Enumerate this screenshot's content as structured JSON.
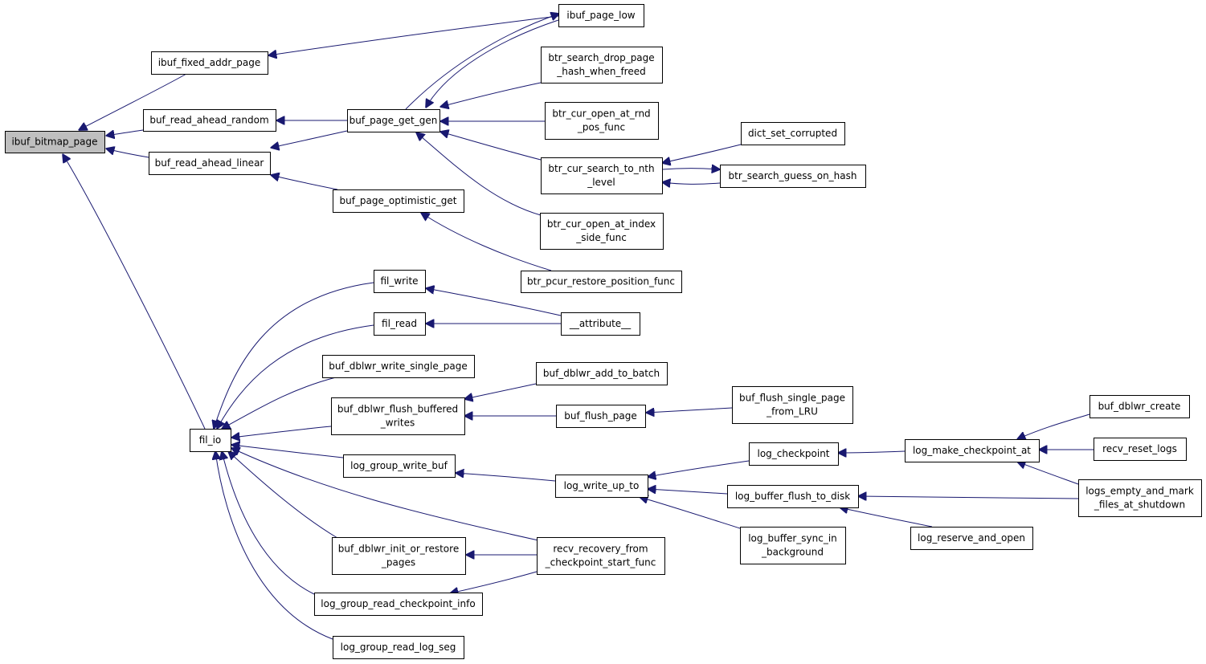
{
  "diagram": {
    "type": "call-graph",
    "root": "ibuf_bitmap_page",
    "colors": {
      "edge": "#191970",
      "root_fill": "#bfbfbf",
      "node_fill": "#ffffff",
      "node_border": "#000000"
    },
    "nodes": [
      {
        "id": "ibuf_bitmap_page",
        "lines": [
          "ibuf_bitmap_page"
        ]
      },
      {
        "id": "ibuf_fixed_addr_page",
        "lines": [
          "ibuf_fixed_addr_page"
        ]
      },
      {
        "id": "buf_read_ahead_random",
        "lines": [
          "buf_read_ahead_random"
        ]
      },
      {
        "id": "buf_read_ahead_linear",
        "lines": [
          "buf_read_ahead_linear"
        ]
      },
      {
        "id": "fil_io",
        "lines": [
          "fil_io"
        ]
      },
      {
        "id": "ibuf_page_low",
        "lines": [
          "ibuf_page_low"
        ]
      },
      {
        "id": "buf_page_get_gen",
        "lines": [
          "buf_page_get_gen"
        ]
      },
      {
        "id": "buf_page_optimistic_get",
        "lines": [
          "buf_page_optimistic_get"
        ]
      },
      {
        "id": "btr_search_drop_page_hash_when_freed",
        "lines": [
          "btr_search_drop_page",
          "_hash_when_freed"
        ]
      },
      {
        "id": "btr_cur_open_at_rnd_pos_func",
        "lines": [
          "btr_cur_open_at_rnd",
          "_pos_func"
        ]
      },
      {
        "id": "btr_cur_search_to_nth_level",
        "lines": [
          "btr_cur_search_to_nth",
          "_level"
        ]
      },
      {
        "id": "btr_cur_open_at_index_side_func",
        "lines": [
          "btr_cur_open_at_index",
          "_side_func"
        ]
      },
      {
        "id": "btr_pcur_restore_position_func",
        "lines": [
          "btr_pcur_restore_position_func"
        ]
      },
      {
        "id": "dict_set_corrupted",
        "lines": [
          "dict_set_corrupted"
        ]
      },
      {
        "id": "btr_search_guess_on_hash",
        "lines": [
          "btr_search_guess_on_hash"
        ]
      },
      {
        "id": "fil_write",
        "lines": [
          "fil_write"
        ]
      },
      {
        "id": "fil_read",
        "lines": [
          "fil_read"
        ]
      },
      {
        "id": "attribute",
        "lines": [
          "__attribute__"
        ]
      },
      {
        "id": "buf_dblwr_write_single_page",
        "lines": [
          "buf_dblwr_write_single_page"
        ]
      },
      {
        "id": "buf_dblwr_flush_buffered_writes",
        "lines": [
          "buf_dblwr_flush_buffered",
          "_writes"
        ]
      },
      {
        "id": "buf_dblwr_add_to_batch",
        "lines": [
          "buf_dblwr_add_to_batch"
        ]
      },
      {
        "id": "buf_flush_page",
        "lines": [
          "buf_flush_page"
        ]
      },
      {
        "id": "buf_flush_single_page_from_LRU",
        "lines": [
          "buf_flush_single_page",
          "_from_LRU"
        ]
      },
      {
        "id": "log_group_write_buf",
        "lines": [
          "log_group_write_buf"
        ]
      },
      {
        "id": "log_write_up_to",
        "lines": [
          "log_write_up_to"
        ]
      },
      {
        "id": "log_checkpoint",
        "lines": [
          "log_checkpoint"
        ]
      },
      {
        "id": "log_make_checkpoint_at",
        "lines": [
          "log_make_checkpoint_at"
        ]
      },
      {
        "id": "buf_dblwr_create",
        "lines": [
          "buf_dblwr_create"
        ]
      },
      {
        "id": "recv_reset_logs",
        "lines": [
          "recv_reset_logs"
        ]
      },
      {
        "id": "logs_empty_and_mark_files_at_shutdown",
        "lines": [
          "logs_empty_and_mark",
          "_files_at_shutdown"
        ]
      },
      {
        "id": "log_buffer_flush_to_disk",
        "lines": [
          "log_buffer_flush_to_disk"
        ]
      },
      {
        "id": "log_reserve_and_open",
        "lines": [
          "log_reserve_and_open"
        ]
      },
      {
        "id": "log_buffer_sync_in_background",
        "lines": [
          "log_buffer_sync_in",
          "_background"
        ]
      },
      {
        "id": "buf_dblwr_init_or_restore_pages",
        "lines": [
          "buf_dblwr_init_or_restore",
          "_pages"
        ]
      },
      {
        "id": "recv_recovery_from_checkpoint_start_func",
        "lines": [
          "recv_recovery_from",
          "_checkpoint_start_func"
        ]
      },
      {
        "id": "log_group_read_checkpoint_info",
        "lines": [
          "log_group_read_checkpoint_info"
        ]
      },
      {
        "id": "log_group_read_log_seg",
        "lines": [
          "log_group_read_log_seg"
        ]
      }
    ],
    "edges": [
      {
        "from": "ibuf_fixed_addr_page",
        "to": "ibuf_bitmap_page"
      },
      {
        "from": "buf_read_ahead_random",
        "to": "ibuf_bitmap_page"
      },
      {
        "from": "buf_read_ahead_linear",
        "to": "ibuf_bitmap_page"
      },
      {
        "from": "fil_io",
        "to": "ibuf_bitmap_page"
      },
      {
        "from": "ibuf_page_low",
        "to": "ibuf_fixed_addr_page"
      },
      {
        "from": "buf_page_get_gen",
        "to": "buf_read_ahead_random"
      },
      {
        "from": "buf_page_get_gen",
        "to": "buf_read_ahead_linear"
      },
      {
        "from": "buf_page_optimistic_get",
        "to": "buf_read_ahead_linear"
      },
      {
        "from": "ibuf_page_low",
        "to": "buf_page_get_gen"
      },
      {
        "from": "btr_search_drop_page_hash_when_freed",
        "to": "buf_page_get_gen"
      },
      {
        "from": "btr_cur_open_at_rnd_pos_func",
        "to": "buf_page_get_gen"
      },
      {
        "from": "btr_cur_search_to_nth_level",
        "to": "buf_page_get_gen"
      },
      {
        "from": "btr_cur_open_at_index_side_func",
        "to": "buf_page_get_gen"
      },
      {
        "from": "buf_page_get_gen",
        "to": "ibuf_page_low"
      },
      {
        "from": "btr_pcur_restore_position_func",
        "to": "buf_page_optimistic_get"
      },
      {
        "from": "dict_set_corrupted",
        "to": "btr_cur_search_to_nth_level"
      },
      {
        "from": "btr_search_guess_on_hash",
        "to": "btr_cur_search_to_nth_level"
      },
      {
        "from": "btr_cur_search_to_nth_level",
        "to": "btr_search_guess_on_hash"
      },
      {
        "from": "fil_write",
        "to": "fil_io"
      },
      {
        "from": "fil_read",
        "to": "fil_io"
      },
      {
        "from": "buf_dblwr_write_single_page",
        "to": "fil_io"
      },
      {
        "from": "buf_dblwr_flush_buffered_writes",
        "to": "fil_io"
      },
      {
        "from": "log_group_write_buf",
        "to": "fil_io"
      },
      {
        "from": "buf_dblwr_init_or_restore_pages",
        "to": "fil_io"
      },
      {
        "from": "recv_recovery_from_checkpoint_start_func",
        "to": "fil_io"
      },
      {
        "from": "log_group_read_checkpoint_info",
        "to": "fil_io"
      },
      {
        "from": "log_group_read_log_seg",
        "to": "fil_io"
      },
      {
        "from": "attribute",
        "to": "fil_write"
      },
      {
        "from": "attribute",
        "to": "fil_read"
      },
      {
        "from": "buf_dblwr_add_to_batch",
        "to": "buf_dblwr_flush_buffered_writes"
      },
      {
        "from": "buf_flush_page",
        "to": "buf_dblwr_flush_buffered_writes"
      },
      {
        "from": "buf_flush_single_page_from_LRU",
        "to": "buf_flush_page"
      },
      {
        "from": "log_write_up_to",
        "to": "log_group_write_buf"
      },
      {
        "from": "log_checkpoint",
        "to": "log_write_up_to"
      },
      {
        "from": "log_buffer_flush_to_disk",
        "to": "log_write_up_to"
      },
      {
        "from": "log_buffer_sync_in_background",
        "to": "log_write_up_to"
      },
      {
        "from": "log_make_checkpoint_at",
        "to": "log_checkpoint"
      },
      {
        "from": "buf_dblwr_create",
        "to": "log_make_checkpoint_at"
      },
      {
        "from": "recv_reset_logs",
        "to": "log_make_checkpoint_at"
      },
      {
        "from": "logs_empty_and_mark_files_at_shutdown",
        "to": "log_make_checkpoint_at"
      },
      {
        "from": "logs_empty_and_mark_files_at_shutdown",
        "to": "log_buffer_flush_to_disk"
      },
      {
        "from": "log_reserve_and_open",
        "to": "log_buffer_flush_to_disk"
      },
      {
        "from": "recv_recovery_from_checkpoint_start_func",
        "to": "buf_dblwr_init_or_restore_pages"
      },
      {
        "from": "recv_recovery_from_checkpoint_start_func",
        "to": "log_group_read_checkpoint_info"
      }
    ]
  }
}
